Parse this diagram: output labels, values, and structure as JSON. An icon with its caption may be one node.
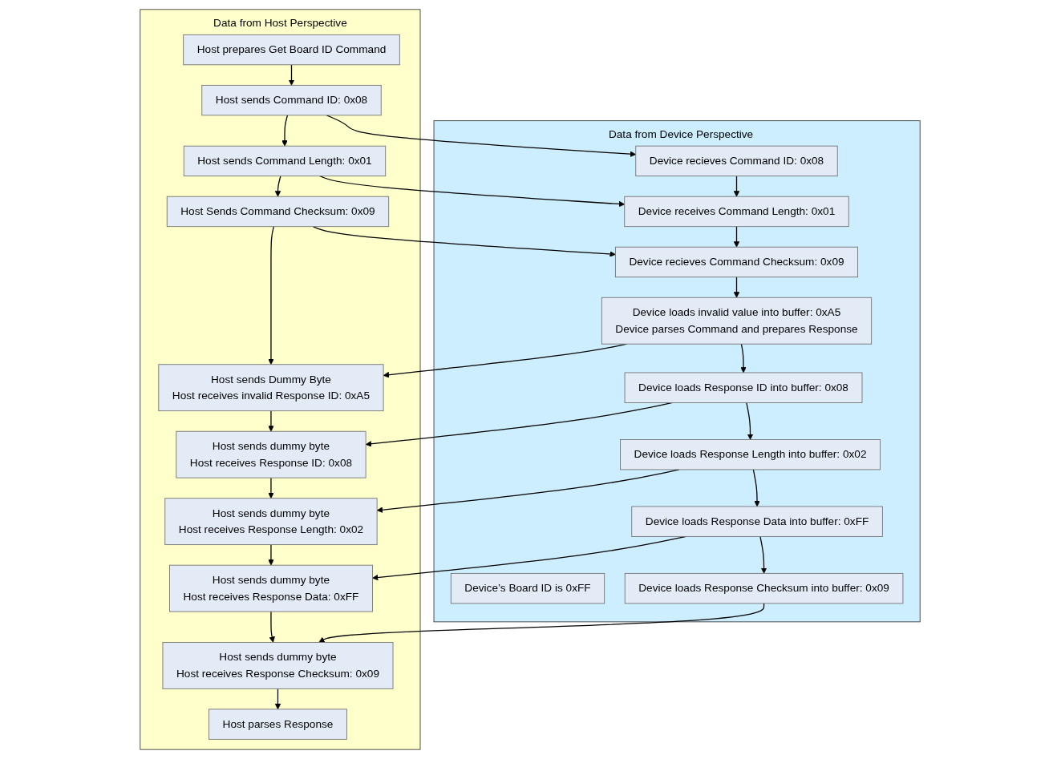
{
  "diagram": {
    "nodes": [
      {
        "text": [
          "Data from Host Perspective"
        ]
      },
      {
        "text": [
          "Host prepares Get Board ID Command"
        ],
        "in": 0
      },
      {
        "text": [
          "Host sends Command ID: 0x08"
        ],
        "in": 0
      },
      {
        "text": [
          "Host sends Command Length: 0x01"
        ],
        "in": 0
      },
      {
        "text": [
          "Host Sends Command Checksum: 0x09"
        ],
        "in": 0
      },
      {
        "text": [
          "Host sends Dummy Byte",
          "Host receives invalid Response ID: 0xA5"
        ],
        "in": 0
      },
      {
        "text": [
          "Host sends dummy byte",
          "Host receives Response ID: 0x08"
        ],
        "in": 0
      },
      {
        "text": [
          "Host sends dummy byte",
          "Host receives Response Length: 0x02"
        ],
        "in": 0
      },
      {
        "text": [
          "Host sends dummy byte",
          "Host receives Response Data: 0xFF"
        ],
        "in": 0
      },
      {
        "text": [
          "Host sends dummy byte",
          "Host receives Response Checksum: 0x09"
        ],
        "in": 0
      },
      {
        "text": [
          "Host parses Response"
        ],
        "in": 0
      },
      {
        "text": [
          "Data from Device Perspective"
        ]
      },
      {
        "text": [
          "Device’s Board ID is 0xFF"
        ],
        "in": 11
      },
      {
        "text": [
          "Device recieves Command ID: 0x08"
        ],
        "in": 11
      },
      {
        "text": [
          "Device receives Command Length: 0x01"
        ],
        "in": 11
      },
      {
        "text": [
          "Device recieves Command Checksum: 0x09"
        ],
        "in": 11
      },
      {
        "text": [
          "Device loads invalid value into buffer: 0xA5",
          "Device parses Command and prepares Response"
        ],
        "in": 11
      },
      {
        "text": [
          "Device loads Response ID into buffer: 0x08"
        ],
        "in": 11
      },
      {
        "text": [
          "Device loads Response Length into buffer: 0x02"
        ],
        "in": 11
      },
      {
        "text": [
          "Device loads Response Data into buffer: 0xFF"
        ],
        "in": 11
      },
      {
        "text": [
          "Device loads Response Checksum into buffer: 0x09"
        ],
        "in": 11
      }
    ],
    "edges": [
      {
        "from": 1,
        "to": 2,
        "arrow": "to"
      },
      {
        "from": 2,
        "to": 3,
        "arrow": "to"
      },
      {
        "from": 3,
        "to": 4,
        "arrow": "to"
      },
      {
        "from": 4,
        "to": 5,
        "arrow": "to"
      },
      {
        "from": 5,
        "to": 6,
        "arrow": "to"
      },
      {
        "from": 6,
        "to": 7,
        "arrow": "to"
      },
      {
        "from": 7,
        "to": 8,
        "arrow": "to"
      },
      {
        "from": 8,
        "to": 9,
        "arrow": "to"
      },
      {
        "from": 9,
        "to": 10,
        "arrow": "to"
      },
      {
        "from": 13,
        "to": 14,
        "arrow": "to"
      },
      {
        "from": 14,
        "to": 15,
        "arrow": "to"
      },
      {
        "from": 15,
        "to": 16,
        "arrow": "to"
      },
      {
        "from": 16,
        "to": 17,
        "arrow": "to"
      },
      {
        "from": 17,
        "to": 18,
        "arrow": "to"
      },
      {
        "from": 18,
        "to": 19,
        "arrow": "to"
      },
      {
        "from": 19,
        "to": 20,
        "arrow": "to"
      },
      {
        "from": 2,
        "to": 13,
        "arrow": "to"
      },
      {
        "from": 3,
        "to": 14,
        "arrow": "to"
      },
      {
        "from": 4,
        "to": 15,
        "arrow": "to"
      },
      {
        "from": 16,
        "to": 5,
        "arrow": "to"
      },
      {
        "from": 17,
        "to": 6,
        "arrow": "to"
      },
      {
        "from": 18,
        "to": 7,
        "arrow": "to"
      },
      {
        "from": 19,
        "to": 8,
        "arrow": "to"
      },
      {
        "from": 20,
        "to": 9,
        "arrow": "to"
      }
    ]
  }
}
